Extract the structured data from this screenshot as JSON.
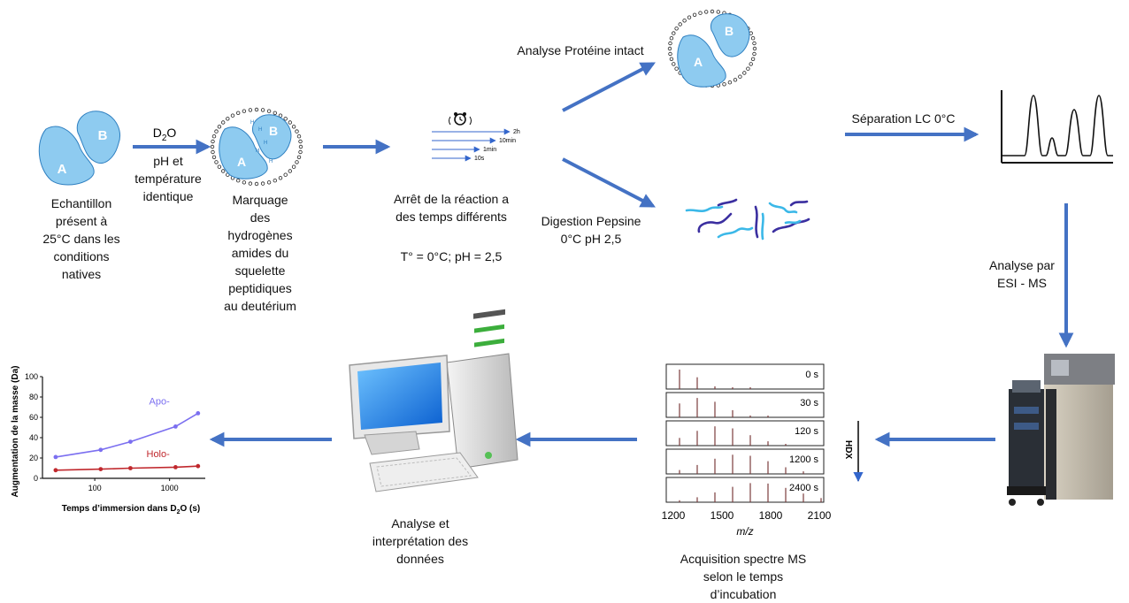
{
  "sample": {
    "letter_a": "A",
    "letter_b": "B",
    "caption": [
      "Echantillon",
      "présent à",
      "25°C dans les",
      "conditions",
      "natives"
    ]
  },
  "d2o_step": {
    "d2o_main": "D",
    "d2o_sub": "2",
    "d2o_end": "O",
    "caption": [
      "pH et",
      "température",
      "identique"
    ]
  },
  "labeling": {
    "h": "H",
    "caption": [
      "Marquage",
      "des",
      "hydrogènes",
      "amides du",
      "squelette",
      "peptidiques",
      "au deutérium"
    ]
  },
  "quench": {
    "times": [
      "2h",
      "10min",
      "1min",
      "10s"
    ],
    "caption": [
      "Arrêt de la réaction a",
      "des temps différents"
    ],
    "conditions": "T° = 0°C; pH = 2,5"
  },
  "intact": {
    "label": "Analyse Protéine intact"
  },
  "digestion": {
    "caption": [
      "Digestion Pepsine",
      "0°C pH 2,5"
    ]
  },
  "lc": {
    "label": "Séparation LC  0°C"
  },
  "esi": {
    "caption": [
      "Analyse par",
      "ESI - MS"
    ]
  },
  "spectra": {
    "times": [
      "0 s",
      "30 s",
      "120 s",
      "1200 s",
      "2400 s"
    ],
    "hdx_label": "HDX",
    "x_ticks": [
      "1200",
      "1500",
      "1800",
      "2100"
    ],
    "x_label": "m/z",
    "caption": [
      "Acquisition spectre MS",
      "selon le temps",
      "d’incubation"
    ]
  },
  "analysis": {
    "caption": [
      "Analyse et",
      "interprétation des",
      "données"
    ]
  },
  "colors": {
    "arrow": "#4472c4",
    "protein": "#8ecbf0",
    "protein_stroke": "#2e7fc0",
    "peptide_dark": "#3b2fa0",
    "peptide_light": "#3bb8e8",
    "apo": "#7b6ff0",
    "holo": "#c0282d"
  },
  "chart_data": {
    "type": "line",
    "xscale": "log",
    "xlim": [
      20,
      3000
    ],
    "ylim": [
      0,
      100
    ],
    "x_ticks": [
      "100",
      "1000"
    ],
    "y_ticks": [
      "0",
      "20",
      "40",
      "60",
      "80",
      "100"
    ],
    "ylabel": "Augmentation de la masse (Da)",
    "xlabel_main": "Temps d’immersion dans D",
    "xlabel_sub": "2",
    "xlabel_end": "O (s)",
    "series": [
      {
        "name": "Apo-",
        "x": [
          30,
          120,
          300,
          1200,
          2400
        ],
        "y": [
          21,
          28,
          36,
          51,
          64
        ],
        "color": "#7b6ff0"
      },
      {
        "name": "Holo-",
        "x": [
          30,
          120,
          300,
          1200,
          2400
        ],
        "y": [
          8,
          9,
          10,
          11,
          12
        ],
        "color": "#c0282d"
      }
    ]
  }
}
